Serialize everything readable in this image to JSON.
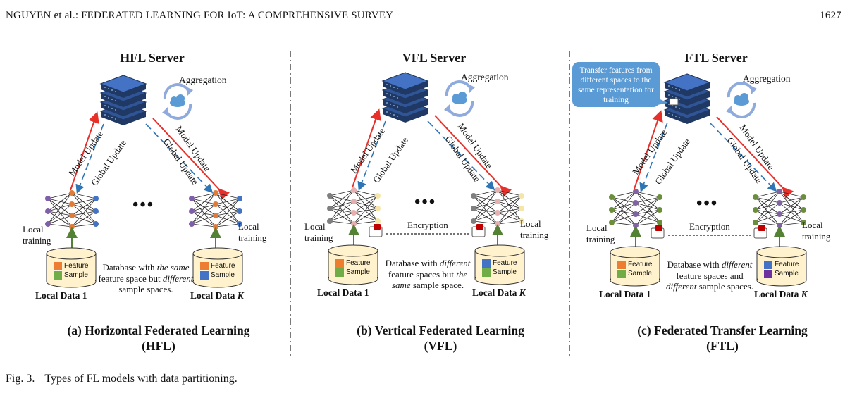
{
  "header": {
    "left": "NGUYEN et al.: FEDERATED LEARNING FOR IoT: A COMPREHENSIVE SURVEY",
    "page": "1627"
  },
  "panels": [
    {
      "server": "HFL Server",
      "aggregation": "Aggregation",
      "model_update": "Model Update",
      "global_update": "Global Update",
      "local_training": "Local training",
      "feature": "Feature",
      "sample": "Sample",
      "db_desc": [
        "Database with ",
        "the same",
        " feature space but ",
        "different",
        " sample spaces."
      ],
      "local1": "Local Data 1",
      "localK_prefix": "Local Data ",
      "localK_var": "K",
      "caption_line1": "(a) Horizontal Federated Learning",
      "caption_line2": "(HFL)"
    },
    {
      "server": "VFL Server",
      "aggregation": "Aggregation",
      "model_update": "Model Update",
      "global_update": "Global Update",
      "local_training": "Local training",
      "encryption": "Encryption",
      "feature": "Feature",
      "sample": "Sample",
      "db_desc": [
        "Database with ",
        "different",
        " feature spaces but ",
        "the same",
        " sample space."
      ],
      "local1": "Local Data 1",
      "localK_prefix": "Local Data ",
      "localK_var": "K",
      "caption_line1": "(b) Vertical Federated Learning",
      "caption_line2": "(VFL)"
    },
    {
      "server": "FTL Server",
      "aggregation": "Aggregation",
      "model_update": "Model Update",
      "global_update": "Global Update",
      "local_training": "Local training",
      "encryption": "Encryption",
      "feature": "Feature",
      "sample": "Sample",
      "bubble": "Transfer features from different spaces to the same representation for training",
      "db_desc": [
        "Database with ",
        "different",
        " feature spaces and ",
        "different",
        " sample spaces."
      ],
      "local1": "Local Data 1",
      "localK_prefix": "Local Data ",
      "localK_var": "K",
      "caption_line1": "(c) Federated Transfer Learning",
      "caption_line2": "(FTL)"
    }
  ],
  "figure_caption": {
    "num": "Fig. 3.",
    "text": "Types of FL models with data partitioning."
  },
  "colors": {
    "model_arrow": "#e8302a",
    "global_arrow": "#2e75b6",
    "server": "#1f3864",
    "bubble": "#5b9bd5",
    "feature_orange": "#ed7d31",
    "sample_green": "#70ad47",
    "blue_sq": "#4472c4",
    "purple_sq": "#7030a0",
    "db_fill": "#fff2cc"
  }
}
